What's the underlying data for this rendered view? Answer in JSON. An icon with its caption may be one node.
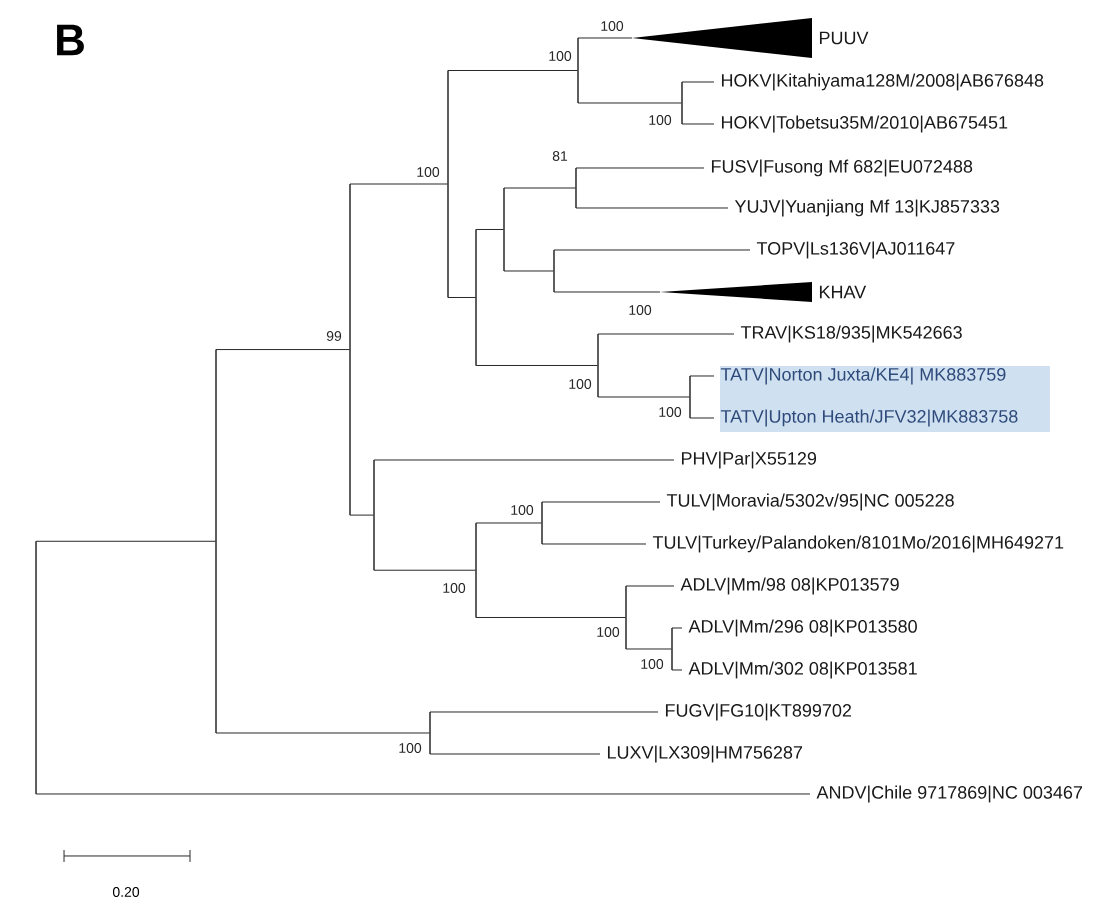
{
  "diagram": {
    "title": "B",
    "nodes": [
      {
        "text": [],
        "shape": "bar"
      },
      {
        "text": [],
        "shape": "bar"
      },
      {
        "text": [],
        "shape": "bar",
        "beside": [
          "99"
        ]
      },
      {
        "text": [],
        "shape": "bar",
        "beside": [
          "100"
        ]
      },
      {
        "text": [],
        "shape": "bar",
        "beside": [
          "100"
        ]
      },
      {
        "text": [
          "PUUV"
        ],
        "beside": [
          "100"
        ]
      },
      {
        "text": [],
        "shape": "bar",
        "beside": [
          "100"
        ]
      },
      {
        "text": [
          "HOKV|Kitahiyama128M/2008|AB676848"
        ]
      },
      {
        "text": [
          "HOKV|Tobetsu35M/2010|AB675451"
        ]
      },
      {
        "text": [],
        "shape": "bar"
      },
      {
        "text": [],
        "shape": "bar"
      },
      {
        "text": [],
        "shape": "bar",
        "beside": [
          "81"
        ]
      },
      {
        "text": [
          "FUSV|Fusong Mf 682|EU072488"
        ]
      },
      {
        "text": [
          "YUJV|Yuanjiang Mf 13|KJ857333"
        ]
      },
      {
        "text": [],
        "shape": "bar"
      },
      {
        "text": [
          "TOPV|Ls136V|AJ011647"
        ]
      },
      {
        "text": [
          "KHAV"
        ],
        "beside": [
          "100"
        ]
      },
      {
        "text": [],
        "shape": "bar",
        "beside": [
          "100"
        ]
      },
      {
        "text": [
          "TRAV|KS18/935|MK542663"
        ]
      },
      {
        "text": [],
        "shape": "bar",
        "beside": [
          "100"
        ]
      },
      {
        "text": [
          "TATV|Norton Juxta/KE4| MK883759"
        ]
      },
      {
        "text": [
          "TATV|Upton Heath/JFV32|MK883758"
        ]
      },
      {
        "text": [],
        "shape": "bar"
      },
      {
        "text": [
          "PHV|Par|X55129"
        ]
      },
      {
        "text": [],
        "shape": "bar",
        "beside": [
          "100"
        ]
      },
      {
        "text": [],
        "shape": "bar",
        "beside": [
          "100"
        ]
      },
      {
        "text": [
          "TULV|Moravia/5302v/95|NC 005228"
        ]
      },
      {
        "text": [
          "TULV|Turkey/Palandoken/8101Mo/2016|MH649271"
        ]
      },
      {
        "text": [],
        "shape": "bar",
        "beside": [
          "100"
        ]
      },
      {
        "text": [
          "ADLV|Mm/98 08|KP013579"
        ]
      },
      {
        "text": [],
        "shape": "bar",
        "beside": [
          "100"
        ]
      },
      {
        "text": [
          "ADLV|Mm/296 08|KP013580"
        ]
      },
      {
        "text": [
          "ADLV|Mm/302 08|KP013581"
        ]
      },
      {
        "text": [],
        "shape": "bar",
        "beside": [
          "100"
        ]
      },
      {
        "text": [
          "FUGV|FG10|KT899702"
        ]
      },
      {
        "text": [
          "LUXV|LX309|HM756287"
        ]
      },
      {
        "text": [
          "ANDV|Chile 9717869|NC 003467"
        ]
      }
    ],
    "edges": [
      {
        "from": 0,
        "to": 1,
        "arrow": "none"
      },
      {
        "from": 0,
        "to": 36,
        "arrow": "none"
      },
      {
        "from": 1,
        "to": 2,
        "arrow": "none"
      },
      {
        "from": 1,
        "to": 33,
        "arrow": "none"
      },
      {
        "from": 2,
        "to": 3,
        "arrow": "none"
      },
      {
        "from": 2,
        "to": 22,
        "arrow": "none"
      },
      {
        "from": 3,
        "to": 4,
        "arrow": "none"
      },
      {
        "from": 3,
        "to": 9,
        "arrow": "none"
      },
      {
        "from": 4,
        "to": 5,
        "arrow": "none"
      },
      {
        "from": 4,
        "to": 6,
        "arrow": "none"
      },
      {
        "from": 6,
        "to": 7,
        "arrow": "none"
      },
      {
        "from": 6,
        "to": 8,
        "arrow": "none"
      },
      {
        "from": 9,
        "to": 10,
        "arrow": "none"
      },
      {
        "from": 9,
        "to": 17,
        "arrow": "none"
      },
      {
        "from": 10,
        "to": 11,
        "arrow": "none"
      },
      {
        "from": 10,
        "to": 14,
        "arrow": "none"
      },
      {
        "from": 11,
        "to": 12,
        "arrow": "none"
      },
      {
        "from": 11,
        "to": 13,
        "arrow": "none"
      },
      {
        "from": 14,
        "to": 15,
        "arrow": "none"
      },
      {
        "from": 14,
        "to": 16,
        "arrow": "none"
      },
      {
        "from": 17,
        "to": 18,
        "arrow": "none"
      },
      {
        "from": 17,
        "to": 19,
        "arrow": "none"
      },
      {
        "from": 19,
        "to": 20,
        "arrow": "none"
      },
      {
        "from": 19,
        "to": 21,
        "arrow": "none"
      },
      {
        "from": 22,
        "to": 23,
        "arrow": "none"
      },
      {
        "from": 22,
        "to": 24,
        "arrow": "none"
      },
      {
        "from": 24,
        "to": 25,
        "arrow": "none"
      },
      {
        "from": 24,
        "to": 28,
        "arrow": "none"
      },
      {
        "from": 25,
        "to": 26,
        "arrow": "none"
      },
      {
        "from": 25,
        "to": 27,
        "arrow": "none"
      },
      {
        "from": 28,
        "to": 29,
        "arrow": "none"
      },
      {
        "from": 28,
        "to": 30,
        "arrow": "none"
      },
      {
        "from": 30,
        "to": 31,
        "arrow": "none"
      },
      {
        "from": 30,
        "to": 32,
        "arrow": "none"
      },
      {
        "from": 33,
        "to": 34,
        "arrow": "none"
      },
      {
        "from": 33,
        "to": 35,
        "arrow": "none"
      }
    ],
    "labels": [
      "0.20"
    ]
  }
}
